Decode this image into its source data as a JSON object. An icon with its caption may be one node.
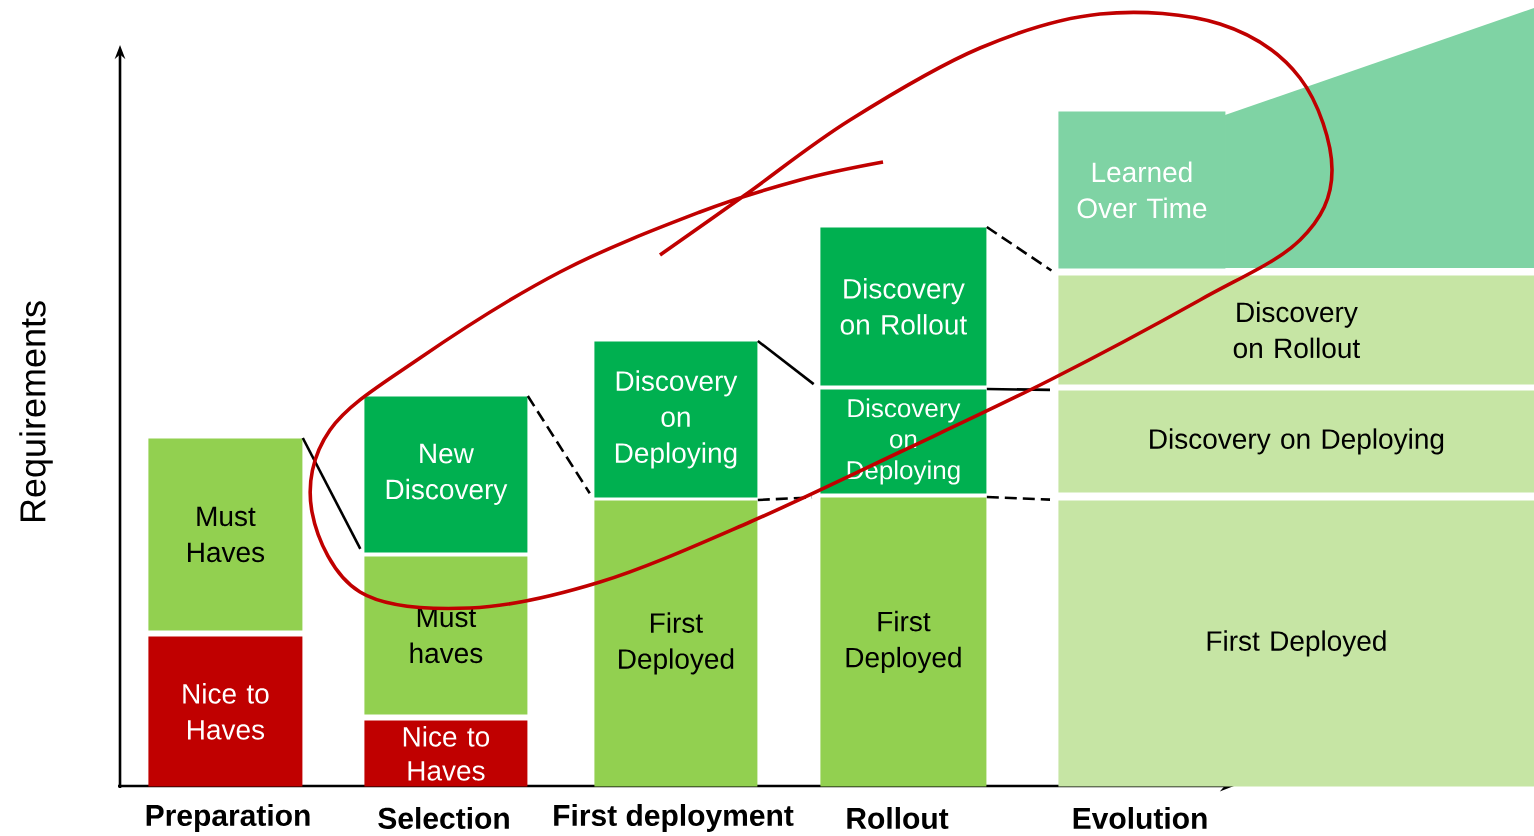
{
  "diagram": {
    "nodes": [
      {
        "text": [
          "Must Haves"
        ]
      },
      {
        "text": [
          "Nice to Haves"
        ]
      },
      {
        "text": [
          "New Discovery"
        ]
      },
      {
        "text": [
          "Must haves"
        ]
      },
      {
        "text": [
          "Nice to Haves"
        ]
      },
      {
        "text": [
          "Discovery on Deploying"
        ]
      },
      {
        "text": [
          "First Deployed"
        ]
      },
      {
        "text": [
          "Discovery on Rollout"
        ]
      },
      {
        "text": [
          "Discovery on Deploying"
        ]
      },
      {
        "text": [
          "First Deployed"
        ]
      },
      {
        "text": [
          "Learned Over Time"
        ]
      },
      {
        "text": [
          "Discovery on Rollout"
        ]
      },
      {
        "text": [
          "Discovery on Deploying"
        ]
      },
      {
        "text": [
          "First Deployed"
        ]
      }
    ],
    "edges": [
      {
        "from": 0,
        "to": 3,
        "arrow": "none"
      },
      {
        "from": 2,
        "to": 6,
        "arrow": "none",
        "style": "dashed"
      },
      {
        "from": 5,
        "to": 8,
        "arrow": "none"
      },
      {
        "from": 6,
        "to": 9,
        "arrow": "none",
        "style": "dashed"
      },
      {
        "from": 7,
        "to": 11,
        "arrow": "none",
        "style": "dashed"
      },
      {
        "from": 8,
        "to": 12,
        "arrow": "none"
      },
      {
        "from": 9,
        "to": 13,
        "arrow": "none",
        "style": "dashed"
      }
    ],
    "labels": [
      "Requirements",
      "Preparation",
      "Selection",
      "First deployment",
      "Rollout",
      "Evolution"
    ]
  }
}
